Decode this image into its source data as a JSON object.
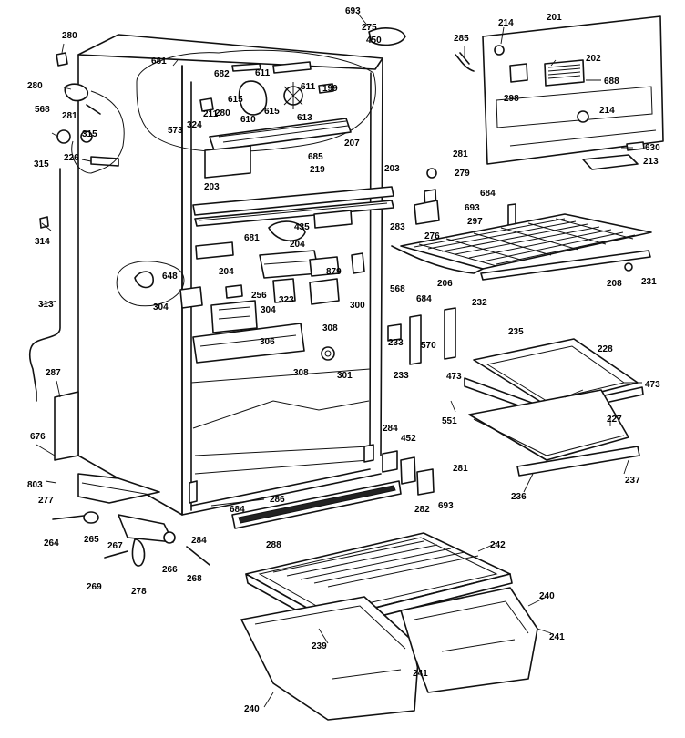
{
  "labels": [
    {
      "id": "p280a",
      "t": "280"
    },
    {
      "id": "p280b",
      "t": "280"
    },
    {
      "id": "p280c",
      "t": "280"
    },
    {
      "id": "p281a",
      "t": "281"
    },
    {
      "id": "p568a",
      "t": "568"
    },
    {
      "id": "p315a",
      "t": "315"
    },
    {
      "id": "p315b",
      "t": "315"
    },
    {
      "id": "p226",
      "t": "226"
    },
    {
      "id": "p314",
      "t": "314"
    },
    {
      "id": "p313",
      "t": "313"
    },
    {
      "id": "p287",
      "t": "287"
    },
    {
      "id": "p676",
      "t": "676"
    },
    {
      "id": "p803",
      "t": "803"
    },
    {
      "id": "p277",
      "t": "277"
    },
    {
      "id": "p264",
      "t": "264"
    },
    {
      "id": "p265",
      "t": "265"
    },
    {
      "id": "p267",
      "t": "267"
    },
    {
      "id": "p269",
      "t": "269"
    },
    {
      "id": "p278",
      "t": "278"
    },
    {
      "id": "p266",
      "t": "266"
    },
    {
      "id": "p268",
      "t": "268"
    },
    {
      "id": "p681a",
      "t": "681"
    },
    {
      "id": "p682",
      "t": "682"
    },
    {
      "id": "p611a",
      "t": "611"
    },
    {
      "id": "p611b",
      "t": "611"
    },
    {
      "id": "p199",
      "t": "199"
    },
    {
      "id": "p615a",
      "t": "615"
    },
    {
      "id": "p615b",
      "t": "615"
    },
    {
      "id": "p610",
      "t": "610"
    },
    {
      "id": "p613",
      "t": "613"
    },
    {
      "id": "p211",
      "t": "211"
    },
    {
      "id": "p324",
      "t": "324"
    },
    {
      "id": "p573",
      "t": "573"
    },
    {
      "id": "p207",
      "t": "207"
    },
    {
      "id": "p685",
      "t": "685"
    },
    {
      "id": "p219",
      "t": "219"
    },
    {
      "id": "p203a",
      "t": "203"
    },
    {
      "id": "p203b",
      "t": "203"
    },
    {
      "id": "p435",
      "t": "435"
    },
    {
      "id": "p681b",
      "t": "681"
    },
    {
      "id": "p204a",
      "t": "204"
    },
    {
      "id": "p204b",
      "t": "204"
    },
    {
      "id": "p879",
      "t": "879"
    },
    {
      "id": "p648",
      "t": "648"
    },
    {
      "id": "p256",
      "t": "256"
    },
    {
      "id": "p323",
      "t": "323"
    },
    {
      "id": "p304a",
      "t": "304"
    },
    {
      "id": "p304b",
      "t": "304"
    },
    {
      "id": "p300",
      "t": "300"
    },
    {
      "id": "p308a",
      "t": "308"
    },
    {
      "id": "p308b",
      "t": "308"
    },
    {
      "id": "p306",
      "t": "306"
    },
    {
      "id": "p301",
      "t": "301"
    },
    {
      "id": "p568b",
      "t": "568"
    },
    {
      "id": "p693a",
      "t": "693"
    },
    {
      "id": "p275",
      "t": "275"
    },
    {
      "id": "p450",
      "t": "450"
    },
    {
      "id": "p285",
      "t": "285"
    },
    {
      "id": "p214a",
      "t": "214"
    },
    {
      "id": "p201",
      "t": "201"
    },
    {
      "id": "p202",
      "t": "202"
    },
    {
      "id": "p688",
      "t": "688"
    },
    {
      "id": "p298",
      "t": "298"
    },
    {
      "id": "p214b",
      "t": "214"
    },
    {
      "id": "p630",
      "t": "630"
    },
    {
      "id": "p213",
      "t": "213"
    },
    {
      "id": "p281b",
      "t": "281"
    },
    {
      "id": "p279",
      "t": "279"
    },
    {
      "id": "p684a",
      "t": "684"
    },
    {
      "id": "p693b",
      "t": "693"
    },
    {
      "id": "p283",
      "t": "283"
    },
    {
      "id": "p297",
      "t": "297"
    },
    {
      "id": "p276",
      "t": "276"
    },
    {
      "id": "p206",
      "t": "206"
    },
    {
      "id": "p208",
      "t": "208"
    },
    {
      "id": "p231",
      "t": "231"
    },
    {
      "id": "p684b",
      "t": "684"
    },
    {
      "id": "p232",
      "t": "232"
    },
    {
      "id": "p233a",
      "t": "233"
    },
    {
      "id": "p570",
      "t": "570"
    },
    {
      "id": "p233b",
      "t": "233"
    },
    {
      "id": "p235",
      "t": "235"
    },
    {
      "id": "p228",
      "t": "228"
    },
    {
      "id": "p473a",
      "t": "473"
    },
    {
      "id": "p473b",
      "t": "473"
    },
    {
      "id": "p551",
      "t": "551"
    },
    {
      "id": "p227",
      "t": "227"
    },
    {
      "id": "p237",
      "t": "237"
    },
    {
      "id": "p236",
      "t": "236"
    },
    {
      "id": "p284a",
      "t": "284"
    },
    {
      "id": "p452",
      "t": "452"
    },
    {
      "id": "p281c",
      "t": "281"
    },
    {
      "id": "p282",
      "t": "282"
    },
    {
      "id": "p693c",
      "t": "693"
    },
    {
      "id": "p286",
      "t": "286"
    },
    {
      "id": "p684c",
      "t": "684"
    },
    {
      "id": "p288",
      "t": "288"
    },
    {
      "id": "p284b",
      "t": "284"
    },
    {
      "id": "p242",
      "t": "242"
    },
    {
      "id": "p240a",
      "t": "240"
    },
    {
      "id": "p241a",
      "t": "241"
    },
    {
      "id": "p239",
      "t": "239"
    },
    {
      "id": "p241b",
      "t": "241"
    },
    {
      "id": "p240b",
      "t": "240"
    }
  ]
}
